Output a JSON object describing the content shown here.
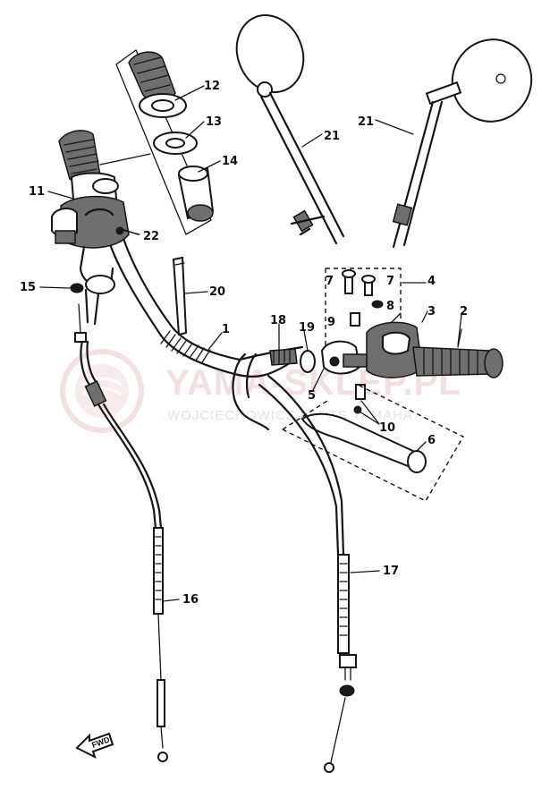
{
  "diagram": {
    "parts": [
      {
        "id": "p1",
        "label": "1",
        "name": "handlebar"
      },
      {
        "id": "p2",
        "label": "2",
        "name": "right-grip"
      },
      {
        "id": "p3",
        "label": "3",
        "name": "throttle-housing"
      },
      {
        "id": "p4",
        "label": "4",
        "name": "lever-holder-kit"
      },
      {
        "id": "p5",
        "label": "5",
        "name": "lever-holder"
      },
      {
        "id": "p6",
        "label": "6",
        "name": "brake-lever"
      },
      {
        "id": "p7a",
        "label": "7",
        "name": "bolt-left"
      },
      {
        "id": "p7b",
        "label": "7",
        "name": "bolt-right"
      },
      {
        "id": "p8",
        "label": "8",
        "name": "nut"
      },
      {
        "id": "p9",
        "label": "9",
        "name": "collar"
      },
      {
        "id": "p10",
        "label": "10",
        "name": "lever-bolt"
      },
      {
        "id": "p11",
        "label": "11",
        "name": "left-switch-housing"
      },
      {
        "id": "p12",
        "label": "12",
        "name": "grip-end"
      },
      {
        "id": "p13",
        "label": "13",
        "name": "washer"
      },
      {
        "id": "p14",
        "label": "14",
        "name": "grip-sleeve"
      },
      {
        "id": "p15",
        "label": "15",
        "name": "clamp-screw"
      },
      {
        "id": "p16",
        "label": "16",
        "name": "clutch-cable"
      },
      {
        "id": "p17",
        "label": "17",
        "name": "brake-cable"
      },
      {
        "id": "p18",
        "label": "18",
        "name": "adjuster"
      },
      {
        "id": "p19",
        "label": "19",
        "name": "adjuster-nut"
      },
      {
        "id": "p20",
        "label": "20",
        "name": "cable-tie"
      },
      {
        "id": "p21a",
        "label": "21",
        "name": "mirror-left"
      },
      {
        "id": "p21b",
        "label": "21",
        "name": "mirror-right"
      },
      {
        "id": "p22",
        "label": "22",
        "name": "cable-end"
      }
    ],
    "forward_arrow_label": "FWD"
  },
  "watermark": {
    "line1": "YAMA-SKLEP.PL",
    "line2": "WOJCIECHOWICZ  PARTS YAMAHA",
    "color": "#e8c8c8"
  }
}
